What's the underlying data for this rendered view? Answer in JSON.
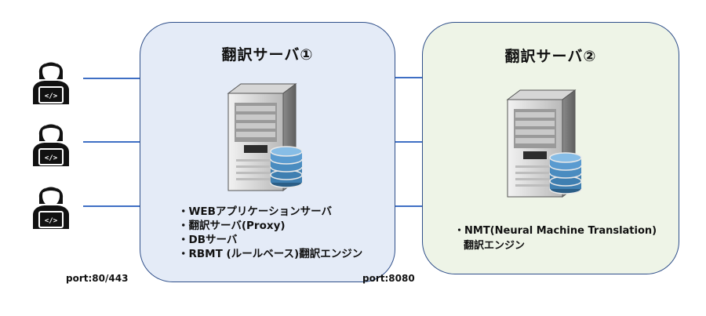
{
  "users": [
    {
      "icon": "user-developer-icon"
    },
    {
      "icon": "user-developer-icon"
    },
    {
      "icon": "user-developer-icon"
    }
  ],
  "server1": {
    "title": "翻訳サーバ①",
    "icon": "server-with-database-icon",
    "items": [
      "・WEBアプリケーションサーバ",
      "・翻訳サーバ(Proxy)",
      "・DBサーバ",
      "・RBMT (ルールベース)翻訳エンジン"
    ]
  },
  "server2": {
    "title": "翻訳サーバ②",
    "icon": "server-with-database-icon",
    "items": [
      "・NMT(Neural Machine Translation)",
      "翻訳エンジン"
    ]
  },
  "ports": {
    "client_port": "port:80/443",
    "server_port": "port:8080"
  },
  "colors": {
    "panel1_fill": "#e4ebf7",
    "panel2_fill": "#eef4e7",
    "panel_border": "#2f4f8a",
    "connector": "#3f6fc4"
  }
}
